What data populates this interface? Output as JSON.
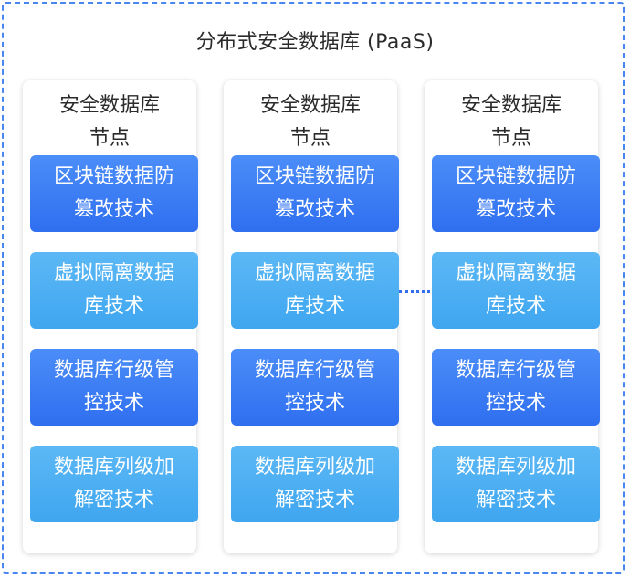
{
  "title": "分布式安全数据库 (PaaS)",
  "nodes": [
    {
      "title": "安全数据库\n节点",
      "items": [
        {
          "label": "区块链数据防\n篡改技术",
          "style": "dark"
        },
        {
          "label": "虚拟隔离数据\n库技术",
          "style": "light"
        },
        {
          "label": "数据库行级管\n控技术",
          "style": "dark"
        },
        {
          "label": "数据库列级加\n解密技术",
          "style": "light"
        }
      ]
    },
    {
      "title": "安全数据库\n节点",
      "items": [
        {
          "label": "区块链数据防\n篡改技术",
          "style": "dark"
        },
        {
          "label": "虚拟隔离数据\n库技术",
          "style": "light"
        },
        {
          "label": "数据库行级管\n控技术",
          "style": "dark"
        },
        {
          "label": "数据库列级加\n解密技术",
          "style": "light"
        }
      ]
    },
    {
      "title": "安全数据库\n节点",
      "items": [
        {
          "label": "区块链数据防\n篡改技术",
          "style": "dark"
        },
        {
          "label": "虚拟隔离数据\n库技术",
          "style": "light"
        },
        {
          "label": "数据库行级管\n控技术",
          "style": "dark"
        },
        {
          "label": "数据库列级加\n解密技术",
          "style": "light"
        }
      ]
    }
  ],
  "colors": {
    "frame_border": "#4a86f0",
    "dark_box": "#3a7cf3",
    "light_box": "#4eaef2",
    "connector": "#2f6ff0"
  }
}
